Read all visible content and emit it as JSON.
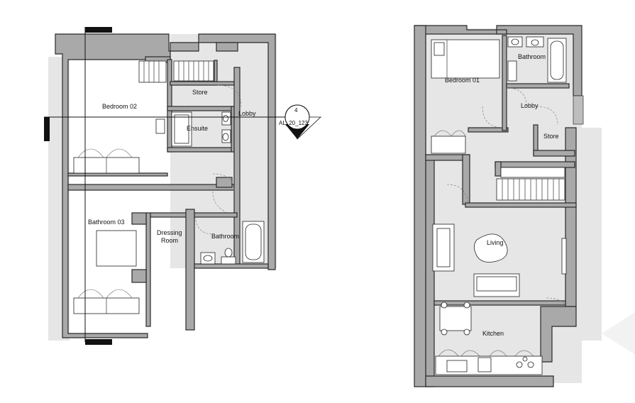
{
  "plans": {
    "left": {
      "rooms": {
        "bedroom02": "Bedroom 02",
        "store": "Store",
        "lobby": "Lobby",
        "ensuite": "Ensuite",
        "bathroom03": "Bathroom 03",
        "dressing_line1": "Dressing",
        "dressing_line2": "Room",
        "bathroom": "Bathroom"
      },
      "section_marker": {
        "number": "4",
        "reference": "AL_20_123"
      }
    },
    "right": {
      "rooms": {
        "bedroom01": "Bedroom 01",
        "bathroom": "Bathroom",
        "lobby": "Lobby",
        "store": "Store",
        "living": "Living",
        "kitchen": "Kitchen"
      }
    }
  },
  "colors": {
    "wall_fill": "#a9a9a9",
    "wall_stroke": "#2a2a2a",
    "shadow": "#e6e6e6",
    "section_line": "#111111"
  }
}
